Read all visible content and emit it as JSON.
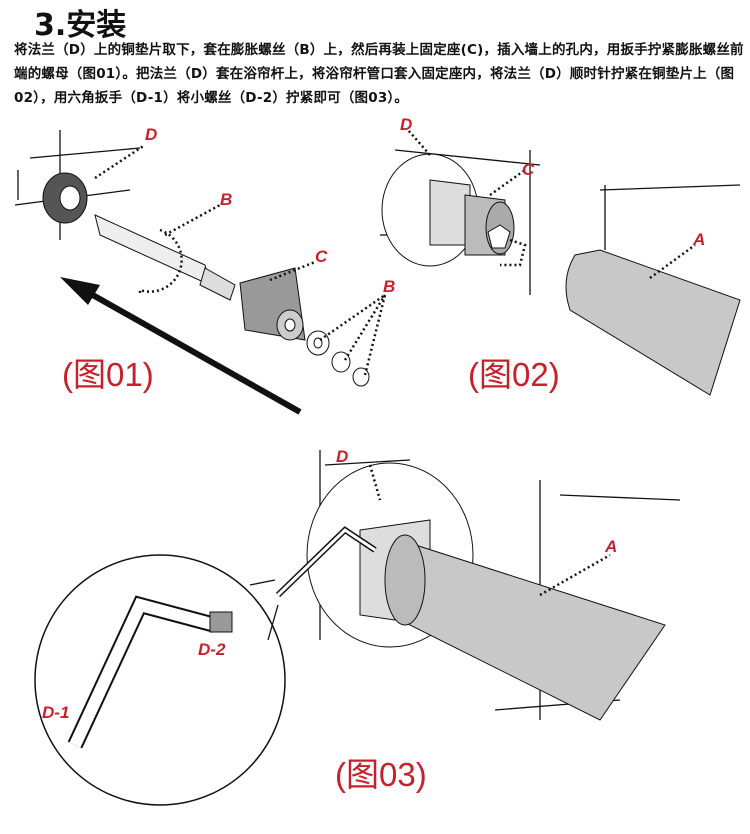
{
  "section_title": "3.安装",
  "instructions": "将法兰（D）上的铜垫片取下，套在膨胀螺丝（B）上，然后再装上固定座(C)，插入墙上的孔内，用扳手拧紧膨胀螺丝前端的螺母（图01）。把法兰（D）套在浴帘杆上，将浴帘杆管口套入固定座内，将法兰（D）顺时针拧紧在铜垫片上（图02），用六角扳手（D-1）将小螺丝（D-2）拧紧即可（图03）。",
  "figures": {
    "fig1": {
      "caption": "(图01)",
      "labels": {
        "flange": "D",
        "bolt": "B",
        "seat": "C",
        "parts": "B"
      }
    },
    "fig2": {
      "caption": "(图02)",
      "labels": {
        "flange": "D",
        "seat": "C",
        "rod": "A"
      }
    },
    "fig3": {
      "caption": "(图03)",
      "labels": {
        "flange": "D",
        "rod": "A",
        "screw": "D-2",
        "wrench": "D-1"
      }
    }
  },
  "accent_color": "#c8202a"
}
